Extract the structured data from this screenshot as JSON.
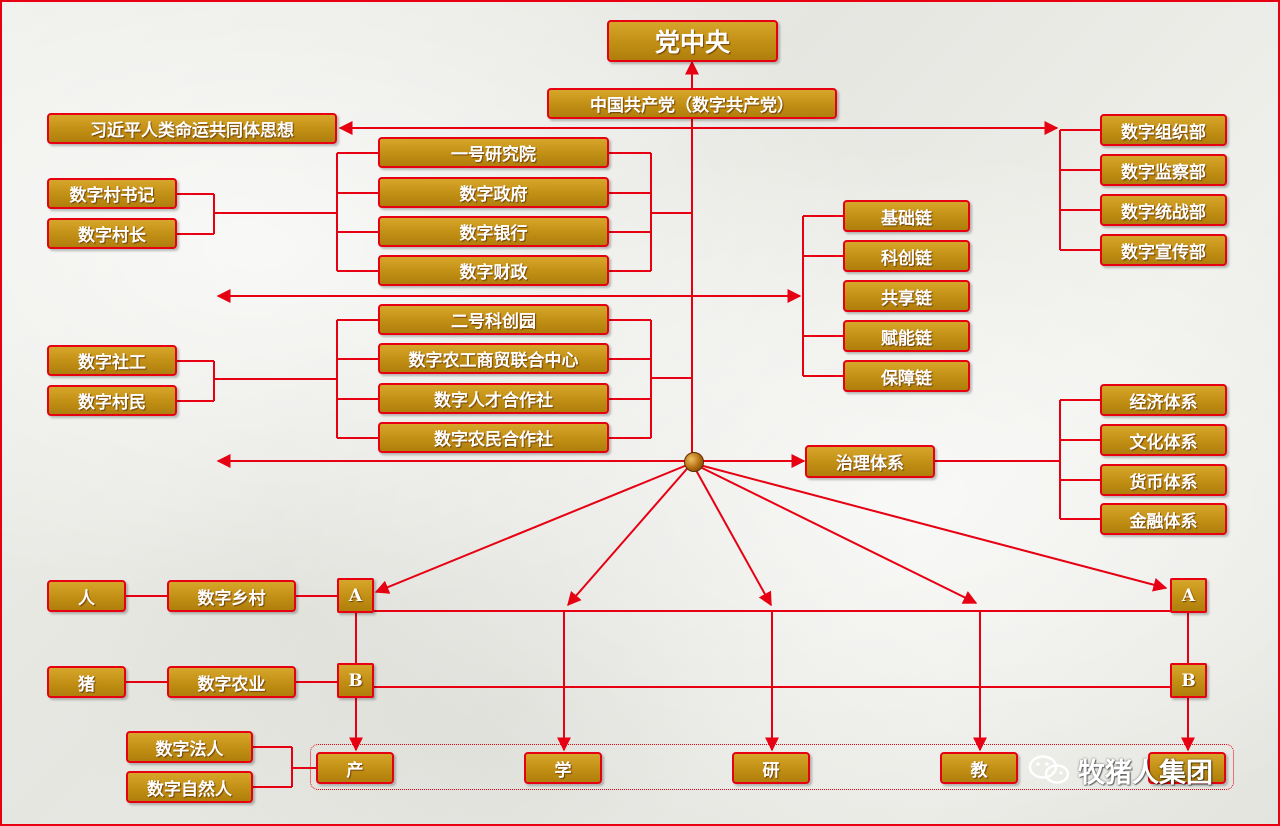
{
  "top": {
    "center": "党中央",
    "party": "中国共产党（数字共产党）",
    "ideology": "习近平人类命运共同体思想"
  },
  "left_secretaries": [
    "数字村书记",
    "数字村长"
  ],
  "left_workers": [
    "数字社工",
    "数字村民"
  ],
  "institutions_group1": [
    "一号研究院",
    "数字政府",
    "数字银行",
    "数字财政"
  ],
  "institutions_group2": [
    "二号科创园",
    "数字农工商贸联合中心",
    "数字人才合作社",
    "数字农民合作社"
  ],
  "chains": [
    "基础链",
    "科创链",
    "共享链",
    "赋能链",
    "保障链"
  ],
  "departments": [
    "数字组织部",
    "数字监察部",
    "数字统战部",
    "数字宣传部"
  ],
  "governance": {
    "label": "治理体系",
    "systems": [
      "经济体系",
      "文化体系",
      "货币体系",
      "金融体系"
    ]
  },
  "bottom": {
    "row1": {
      "left": "人",
      "mid": "数字乡村",
      "marker": "A",
      "right_marker": "A"
    },
    "row2": {
      "left": "猪",
      "mid": "数字农业",
      "marker": "B",
      "right_marker": "B"
    },
    "persons": [
      "数字法人",
      "数字自然人"
    ],
    "outcomes": [
      "产",
      "学",
      "研",
      "教"
    ]
  },
  "watermark": "牧猪人集团",
  "colors": {
    "node_fill": "#c18f14",
    "border": "#e60012",
    "text": "#ffffff",
    "background": "#ecebe6"
  }
}
